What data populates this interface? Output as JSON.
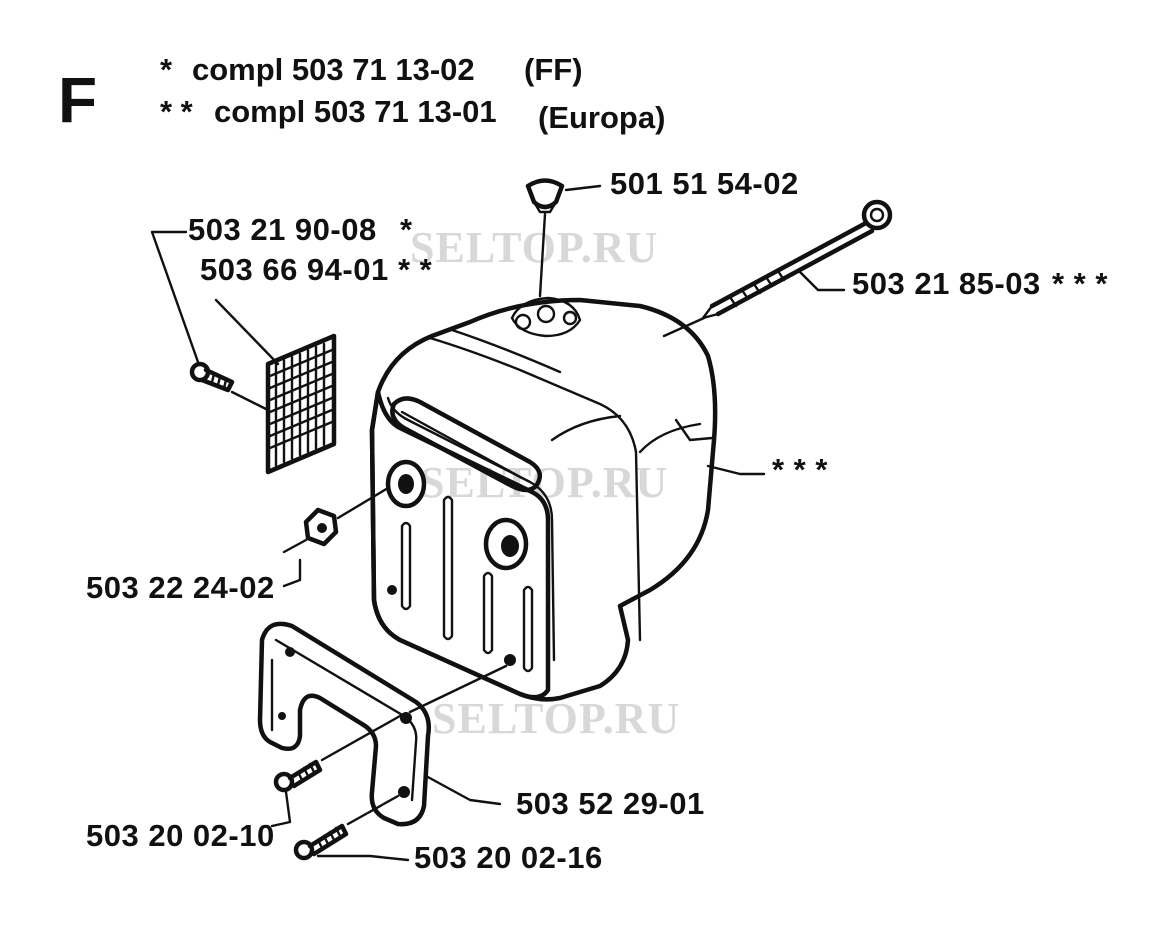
{
  "section": {
    "letter": "F"
  },
  "kits": [
    {
      "marker": "*",
      "text": "compl 503 71 13-02",
      "region": "(FF)"
    },
    {
      "marker": "* *",
      "text": "compl 503 71 13-01",
      "region": "(Europa)"
    }
  ],
  "callouts": {
    "cap": "501 51 54-02",
    "screen_a": "503 21 90-08",
    "screen_a_mark": "*",
    "screen_b": "503 66 94-01",
    "screen_b_mark": "*    *",
    "bolt": "503 21 85-03",
    "bolt_mark": "*  * *",
    "cover_mark": "*  * *",
    "nut": "503 22 24-02",
    "bracket": "503 52 29-01",
    "screw_a": "503 20 02-10",
    "screw_b": "503 20 02-16"
  },
  "watermarks": [
    "SELTOP.RU",
    "SELTOP.RU",
    "SELTOP.RU"
  ]
}
